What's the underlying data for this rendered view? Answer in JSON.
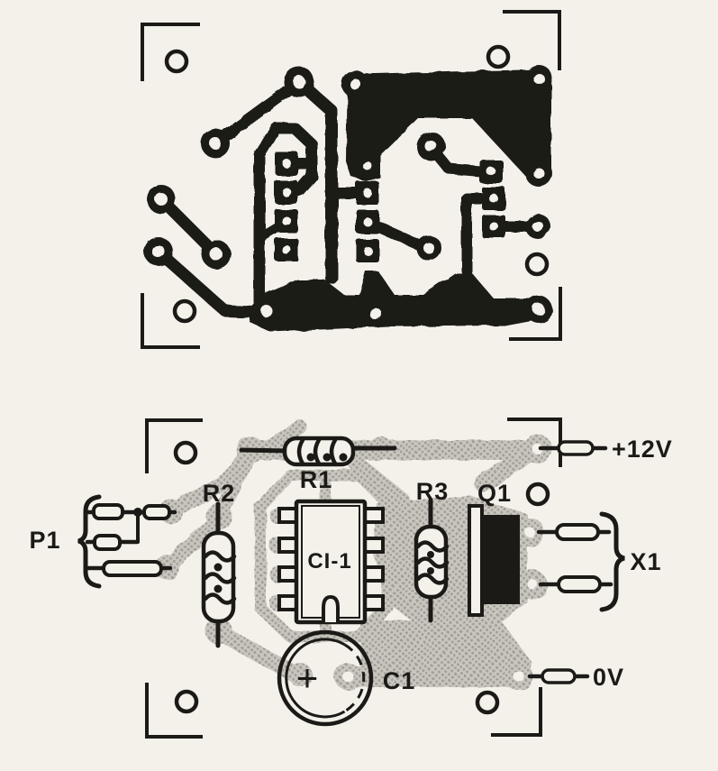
{
  "colors": {
    "ink": "#1c1a17",
    "trace_gray": "#b3b0a8",
    "paper": "#f3f1ea"
  },
  "pcb_figure": {
    "component_labels": {
      "p1": "P1",
      "r1": "R1",
      "r2": "R2",
      "r3": "R3",
      "ci1": "CI-1",
      "q1": "Q1",
      "c1": "C1",
      "x1": "X1"
    },
    "terminal_labels": {
      "supply": "+12V",
      "ground": "0V"
    },
    "capacitor_polarity": "+"
  }
}
